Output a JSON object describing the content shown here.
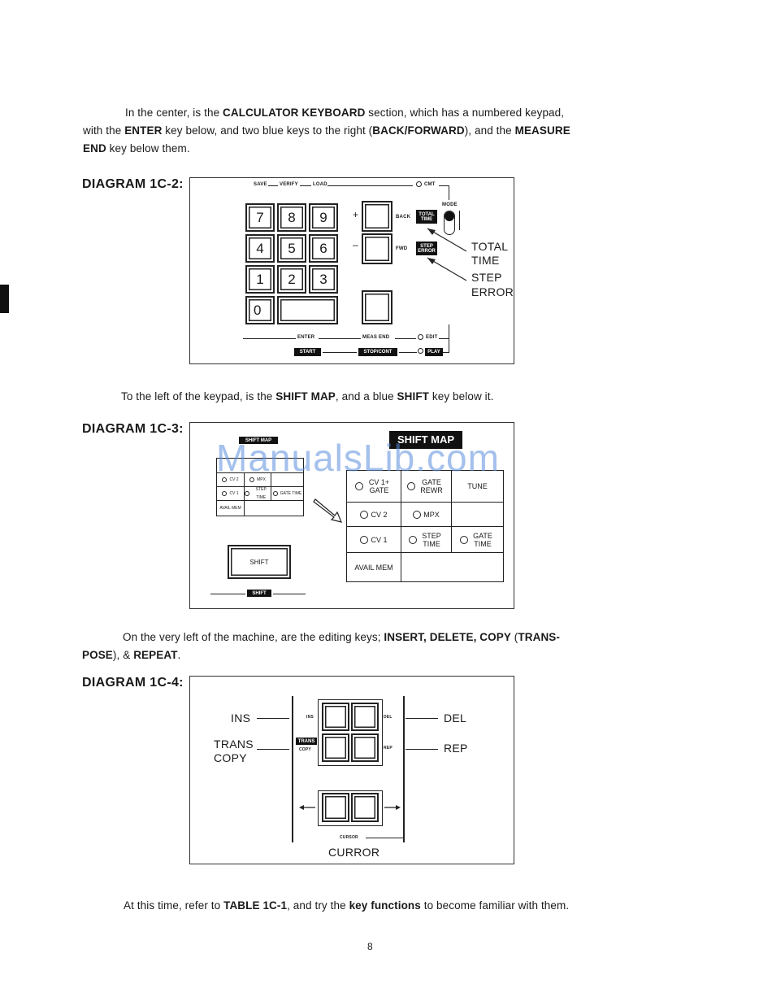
{
  "intro": {
    "t1": "In the center, is the ",
    "b1": "CALCULATOR KEYBOARD",
    "t2": " section, which has a numbered keypad,",
    "t3": "with the ",
    "b2": "ENTER",
    "t4": " key below, and two blue keys to the right (",
    "b3": "BACK/FORWARD",
    "t5": "), and the ",
    "b4": "MEASURE",
    "b5": "END",
    "t6": " key below them."
  },
  "diagram2": {
    "label": "DIAGRAM 1C-2:",
    "top_labels": {
      "save": "SAVE",
      "verify": "VERIFY",
      "load": "LOAD",
      "cmt": "CMT",
      "mode": "MODE"
    },
    "keys": [
      "7",
      "8",
      "9",
      "4",
      "5",
      "6",
      "1",
      "2",
      "3",
      "0"
    ],
    "plus": "+",
    "minus": "–",
    "back": "BACK",
    "fwd": "FWD",
    "total_time_chip": "TOTAL TIME",
    "step_error_chip": "STEP ERROR",
    "callout_total": "TOTAL",
    "callout_time": "TIME",
    "callout_step": "STEP",
    "callout_error": "ERROR",
    "enter": "ENTER",
    "meas_end": "MEAS END",
    "edit": "EDIT",
    "start": "START",
    "stop_cont": "STOP/CONT",
    "play": "PLAY"
  },
  "shift_para": {
    "t1": "To the left of the keypad, is the ",
    "b1": "SHIFT MAP",
    "t2": ", and a blue ",
    "b2": "SHIFT",
    "t3": " key below it."
  },
  "diagram3": {
    "label": "DIAGRAM 1C-3:",
    "small_title": "SHIFT MAP",
    "big_title": "SHIFT MAP",
    "small_cells": [
      "CV 2",
      "MPX",
      "CV 1",
      "STEP TIME",
      "GATE TIME",
      "AVAIL MEM"
    ],
    "big": {
      "cv1_gate": "CV 1+ GATE",
      "gate_rewr": "GATE REWR",
      "tune": "TUNE",
      "cv2": "CV 2",
      "mpx": "MPX",
      "cv1": "CV 1",
      "step_time": "STEP TIME",
      "gate_time": "GATE TIME",
      "avail_mem": "AVAIL MEM"
    },
    "shift_key": "SHIFT",
    "shift_chip": "SHIFT",
    "watermark": "ManualsLib.com"
  },
  "edit_para": {
    "t1": "On the very left of the machine, are the editing keys; ",
    "b1": "INSERT, DELETE, COPY",
    "t2": " (",
    "b2": "TRANS-",
    "b3": "POSE",
    "t3": "), & ",
    "b4": "REPEAT",
    "t4": "."
  },
  "diagram4": {
    "label": "DIAGRAM 1C-4:",
    "ins": "INS",
    "trans": "TRANS",
    "copy": "COPY",
    "del": "DEL",
    "rep": "REP",
    "ins_small": "INS",
    "del_small": "DEL",
    "trans_chip": "TRANS",
    "copy_small": "COPY",
    "rep_small": "REP",
    "cursor_small": "CURSOR",
    "curror": "CURROR"
  },
  "final_para": {
    "t1": "At this time, refer to ",
    "b1": "TABLE 1C-1",
    "t2": ", and try the ",
    "b2": "key functions",
    "t3": " to become familiar with them."
  },
  "page_number": "8"
}
